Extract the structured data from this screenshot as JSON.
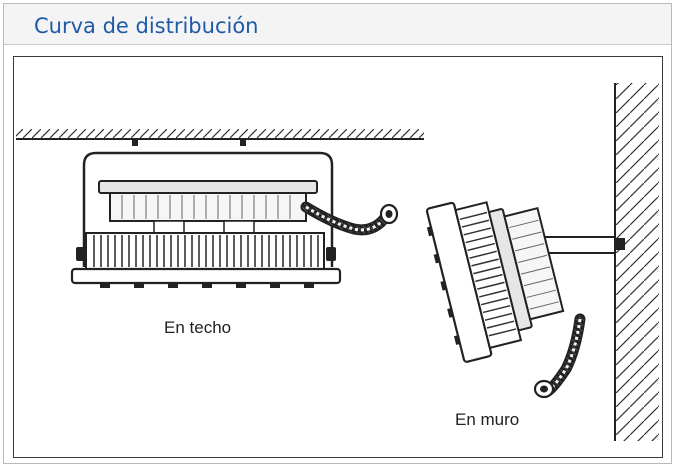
{
  "header": {
    "title": "Curva de distribución"
  },
  "diagram": {
    "ceiling_caption": "En techo",
    "wall_caption": "En muro"
  }
}
